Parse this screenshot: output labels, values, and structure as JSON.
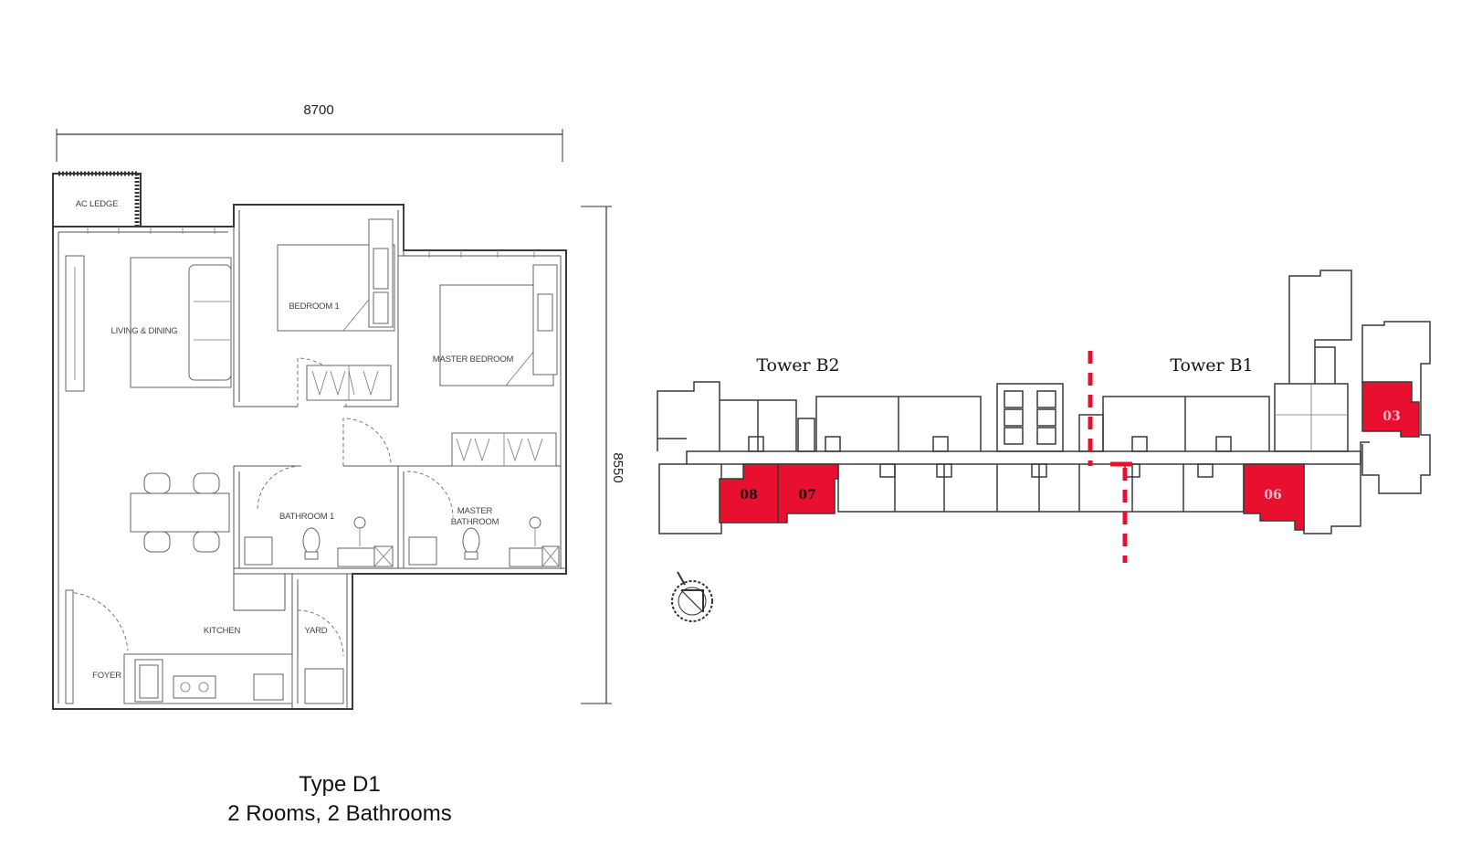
{
  "floor_plan": {
    "width_dimension": "8700",
    "depth_dimension": "8550",
    "rooms": {
      "ac_ledge": "AC LEDGE",
      "living_dining": "LIVING & DINING",
      "bedroom1": "BEDROOM 1",
      "master_bedroom": "MASTER BEDROOM",
      "bathroom1": "BATHROOM 1",
      "master_bathroom_line1": "MASTER",
      "master_bathroom_line2": "BATHROOM",
      "kitchen": "KITCHEN",
      "yard": "YARD",
      "foyer": "FOYER"
    }
  },
  "caption": {
    "type": "Type D1",
    "description": "2 Rooms, 2 Bathrooms"
  },
  "key_plan": {
    "tower_b2": "Tower B2",
    "tower_b1": "Tower B1",
    "units": [
      {
        "label": "08"
      },
      {
        "label": "07"
      },
      {
        "label": "06"
      },
      {
        "label": "03"
      }
    ],
    "highlight_color": "#e8102e",
    "divider_color": "#e8102e"
  }
}
